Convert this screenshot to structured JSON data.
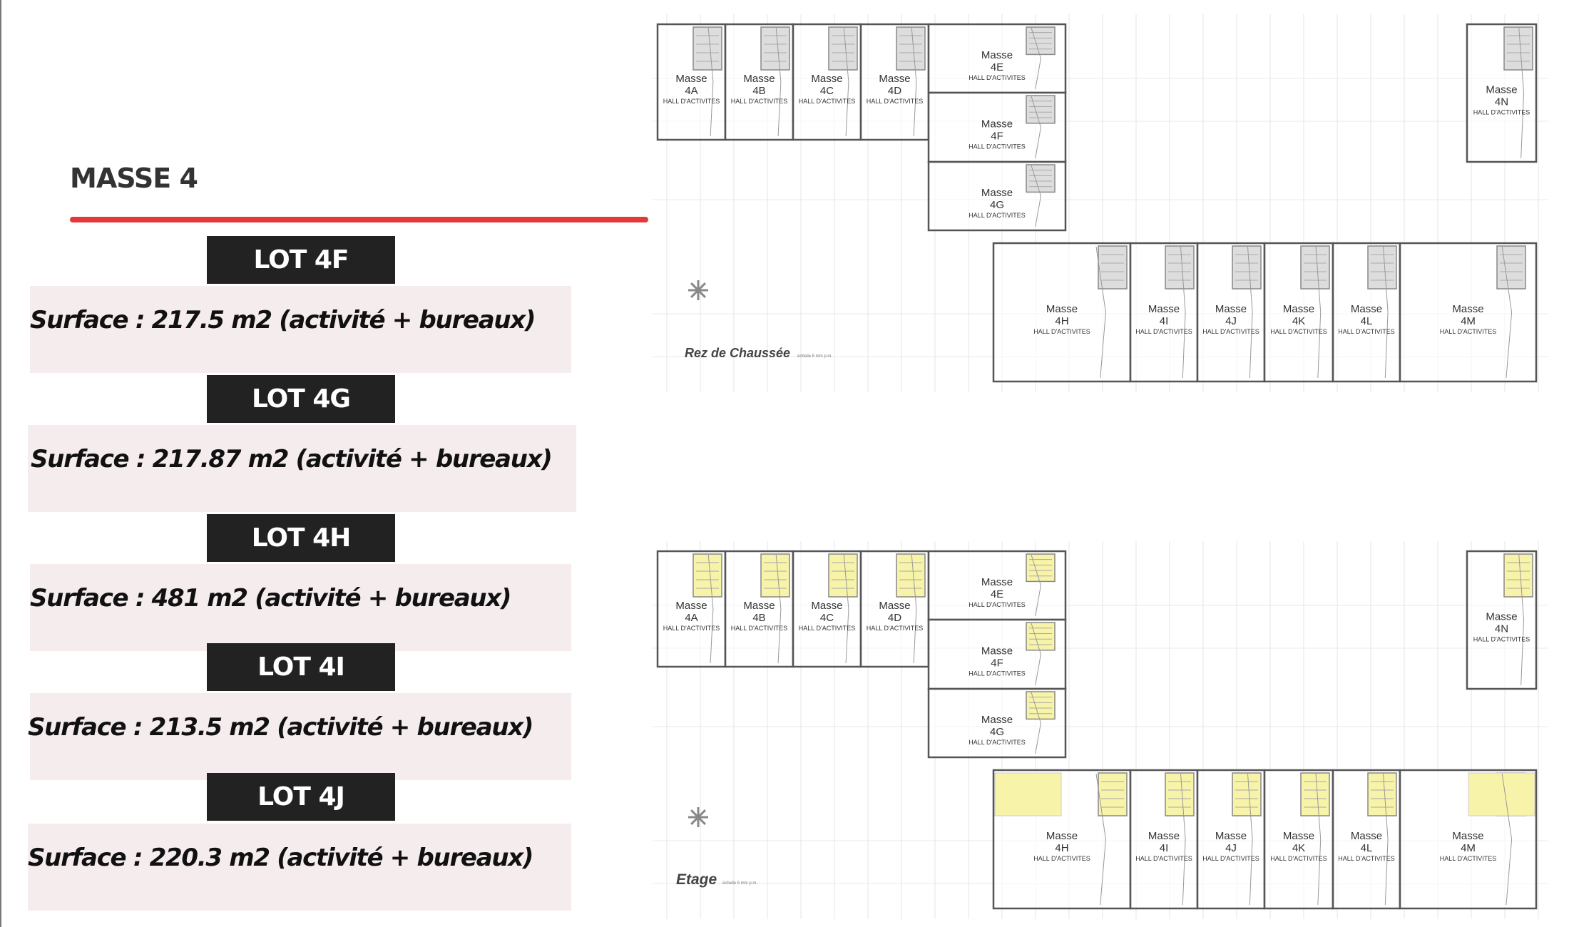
{
  "header": {
    "title": "MASSE 4"
  },
  "lots": [
    {
      "label": "LOT 4F",
      "surface": "Surface : 217.5 m2 (activité + bureaux)"
    },
    {
      "label": "LOT 4G",
      "surface": "Surface : 217.87 m2 (activité + bureaux)"
    },
    {
      "label": "LOT 4H",
      "surface": "Surface : 481 m2 (activité + bureaux)"
    },
    {
      "label": "LOT 4I",
      "surface": "Surface : 213.5 m2 (activité + bureaux)"
    },
    {
      "label": "LOT 4J",
      "surface": "Surface : 220.3 m2 (activité + bureaux)"
    }
  ],
  "plans": {
    "unit_word": "Masse",
    "hall_label": "HALL D'ACTIVITES",
    "scale_label": "échelle 5 mm p.m.",
    "levels": [
      {
        "title": "Rez de Chaussée"
      },
      {
        "title": "Etage"
      }
    ],
    "units": [
      "4A",
      "4B",
      "4C",
      "4D",
      "4E",
      "4F",
      "4G",
      "4H",
      "4I",
      "4J",
      "4K",
      "4L",
      "4M",
      "4N"
    ]
  },
  "colors": {
    "accent": "#e23a3a",
    "lot_bg": "#222222",
    "surface_bg": "#f5ecee",
    "mezzanine": "#f7f3a8"
  }
}
